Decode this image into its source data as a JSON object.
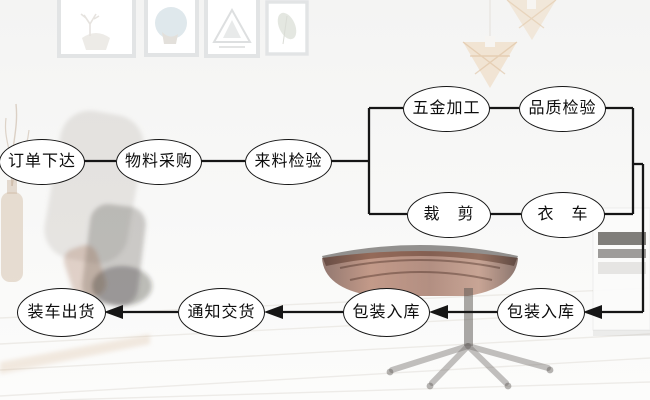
{
  "flowchart": {
    "title_semantic": "production-process-flowchart",
    "colors": {
      "stroke": "#161616",
      "node_fill": "#ffffff",
      "text": "#0d0d0d"
    },
    "nodes": [
      {
        "id": "order-placed",
        "label": "订单下达"
      },
      {
        "id": "material-purchase",
        "label": "物料采购"
      },
      {
        "id": "incoming-inspection",
        "label": "来料检验"
      },
      {
        "id": "hardware-processing",
        "label": "五金加工"
      },
      {
        "id": "quality-inspection",
        "label": "品质检验"
      },
      {
        "id": "cutting",
        "label": "裁　剪"
      },
      {
        "id": "sewing",
        "label": "衣　车"
      },
      {
        "id": "load-and-ship",
        "label": "装车出货"
      },
      {
        "id": "delivery-notice",
        "label": "通知交货"
      },
      {
        "id": "packing-warehousing-left",
        "label": "包装入库"
      },
      {
        "id": "packing-warehousing-right",
        "label": "包装入库"
      }
    ],
    "flow_note": "order-placed → material-purchase → incoming-inspection → (hardware-processing → quality-inspection | cutting → sewing) → packing-warehousing-right → packing-warehousing-left → delivery-notice → load-and-ship"
  }
}
